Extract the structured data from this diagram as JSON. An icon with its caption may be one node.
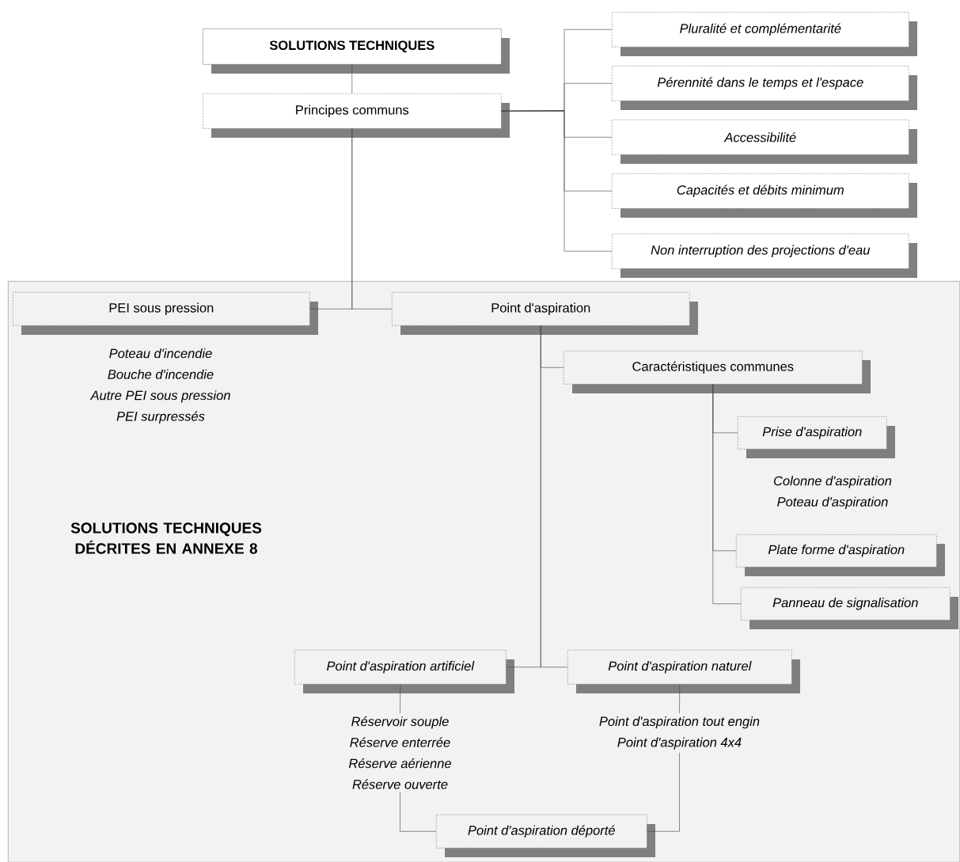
{
  "diagram": {
    "nodes": [
      {
        "text": [
          "SOLUTIONS TECHNIQUES"
        ]
      },
      {
        "text": [
          "Principes communs"
        ]
      },
      {
        "text": [
          "Pluralité et complémentarité"
        ]
      },
      {
        "text": [
          "Pérennité dans le temps et l'espace"
        ]
      },
      {
        "text": [
          "Accessibilité"
        ]
      },
      {
        "text": [
          "Capacités et débits minimum"
        ]
      },
      {
        "text": [
          "Non interruption des projections d'eau"
        ]
      },
      {
        "text": [
          "SOLUTIONS TECHNIQUES DÉCRITES EN ANNEXE 8"
        ]
      },
      {
        "text": [
          "PEI sous pression"
        ],
        "in": 7,
        "beside": [
          "Poteau d'incendie",
          "Bouche d'incendie",
          "Autre PEI sous pression",
          "PEI surpressés"
        ]
      },
      {
        "text": [
          "Point d'aspiration"
        ],
        "in": 7
      },
      {
        "text": [
          "Caractéristiques communes"
        ],
        "in": 7
      },
      {
        "text": [
          "Prise d'aspiration"
        ],
        "in": 7,
        "beside": [
          "Colonne d'aspiration",
          "Poteau d'aspiration"
        ]
      },
      {
        "text": [
          "Plate forme d'aspiration"
        ],
        "in": 7
      },
      {
        "text": [
          "Panneau de signalisation"
        ],
        "in": 7
      },
      {
        "text": [
          "Point d'aspiration artificiel"
        ],
        "in": 7
      },
      {
        "text": [
          "Point d'aspiration naturel"
        ],
        "in": 7
      },
      {
        "text": [
          "Réservoir souple",
          "Réserve enterrée",
          "Réserve aérienne",
          "Réserve ouverte"
        ],
        "in": 7
      },
      {
        "text": [
          "Point d'aspiration tout engin",
          "Point d'aspiration 4x4"
        ],
        "in": 7
      },
      {
        "text": [
          "Point d'aspiration déporté"
        ],
        "in": 7
      }
    ],
    "edges": [
      {
        "from": 0,
        "to": 1,
        "arrow": "none"
      },
      {
        "from": 1,
        "to": 2,
        "arrow": "none"
      },
      {
        "from": 1,
        "to": 3,
        "arrow": "none"
      },
      {
        "from": 1,
        "to": 4,
        "arrow": "none"
      },
      {
        "from": 1,
        "to": 5,
        "arrow": "none"
      },
      {
        "from": 1,
        "to": 6,
        "arrow": "none"
      },
      {
        "from": 1,
        "to": 8,
        "arrow": "none"
      },
      {
        "from": 1,
        "to": 9,
        "arrow": "none"
      },
      {
        "from": 9,
        "to": 10,
        "arrow": "none"
      },
      {
        "from": 9,
        "to": 14,
        "arrow": "none"
      },
      {
        "from": 9,
        "to": 15,
        "arrow": "none"
      },
      {
        "from": 10,
        "to": 11,
        "arrow": "none"
      },
      {
        "from": 10,
        "to": 12,
        "arrow": "none"
      },
      {
        "from": 10,
        "to": 13,
        "arrow": "none"
      },
      {
        "from": 14,
        "to": 16,
        "arrow": "none"
      },
      {
        "from": 15,
        "to": 17,
        "arrow": "none"
      },
      {
        "from": 16,
        "to": 18,
        "arrow": "none"
      },
      {
        "from": 17,
        "to": 18,
        "arrow": "none"
      }
    ]
  }
}
